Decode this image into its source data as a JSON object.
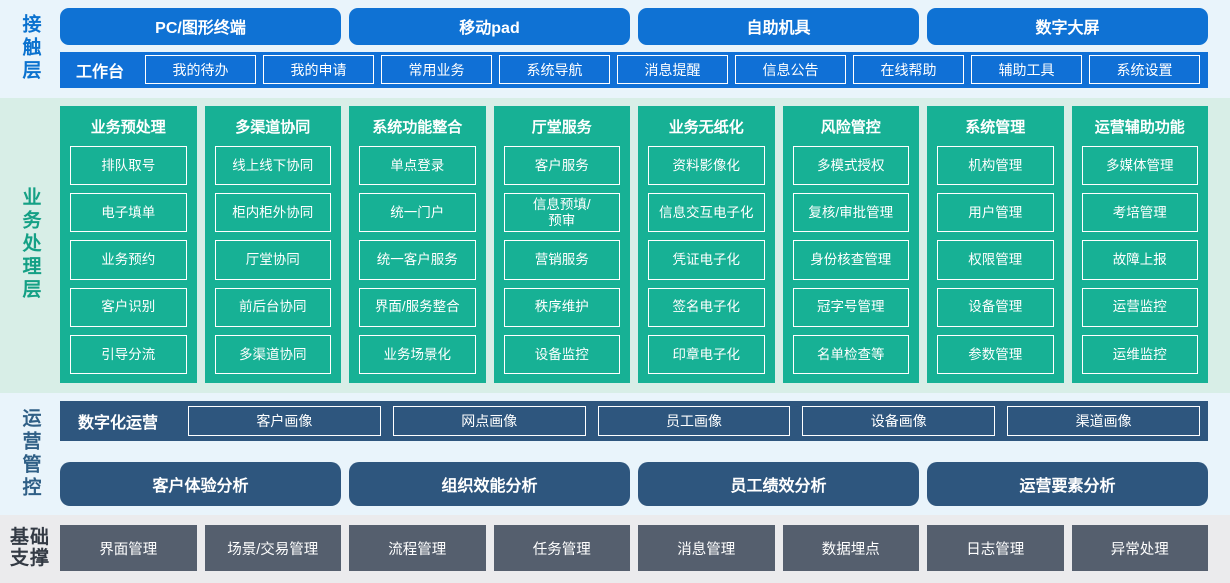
{
  "layers": {
    "contact": {
      "label": "接触层",
      "channels": [
        "PC/图形终端",
        "移动pad",
        "自助机具",
        "数字大屏"
      ],
      "workbench_title": "工作台",
      "workbench_items": [
        "我的待办",
        "我的申请",
        "常用业务",
        "系统导航",
        "消息提醒",
        "信息公告",
        "在线帮助",
        "辅助工具",
        "系统设置"
      ]
    },
    "business": {
      "label": "业务处理层",
      "columns": [
        {
          "title": "业务预处理",
          "items": [
            "排队取号",
            "电子填单",
            "业务预约",
            "客户识别",
            "引导分流"
          ]
        },
        {
          "title": "多渠道协同",
          "items": [
            "线上线下协同",
            "柜内柜外协同",
            "厅堂协同",
            "前后台协同",
            "多渠道协同"
          ]
        },
        {
          "title": "系统功能整合",
          "items": [
            "单点登录",
            "统一门户",
            "统一客户服务",
            "界面/服务整合",
            "业务场景化"
          ]
        },
        {
          "title": "厅堂服务",
          "items": [
            "客户服务",
            "信息预填/\n预审",
            "营销服务",
            "秩序维护",
            "设备监控"
          ]
        },
        {
          "title": "业务无纸化",
          "items": [
            "资料影像化",
            "信息交互电子化",
            "凭证电子化",
            "签名电子化",
            "印章电子化"
          ]
        },
        {
          "title": "风险管控",
          "items": [
            "多模式授权",
            "复核/审批管理",
            "身份核查管理",
            "冠字号管理",
            "名单检查等"
          ]
        },
        {
          "title": "系统管理",
          "items": [
            "机构管理",
            "用户管理",
            "权限管理",
            "设备管理",
            "参数管理"
          ]
        },
        {
          "title": "运营辅助功能",
          "items": [
            "多媒体管理",
            "考培管理",
            "故障上报",
            "运营监控",
            "运维监控"
          ]
        }
      ]
    },
    "ops": {
      "label": "运营管控",
      "digital_ops_title": "数字化运营",
      "portraits": [
        "客户画像",
        "网点画像",
        "员工画像",
        "设备画像",
        "渠道画像"
      ],
      "analyses": [
        "客户体验分析",
        "组织效能分析",
        "员工绩效分析",
        "运营要素分析"
      ]
    },
    "foundation": {
      "label_line1": "基础",
      "label_line2": "支撑",
      "items": [
        "界面管理",
        "场景/交易管理",
        "流程管理",
        "任务管理",
        "消息管理",
        "数据埋点",
        "日志管理",
        "异常处理"
      ]
    }
  },
  "colors": {
    "contact_bg": "#e9f4fb",
    "contact_accent": "#0f72d4",
    "business_bg": "#d8eee7",
    "business_accent": "#17b195",
    "ops_bg": "#e9f4fb",
    "ops_accent": "#2e567e",
    "foundation_bg": "#ebebed",
    "foundation_accent": "#555f6e"
  }
}
